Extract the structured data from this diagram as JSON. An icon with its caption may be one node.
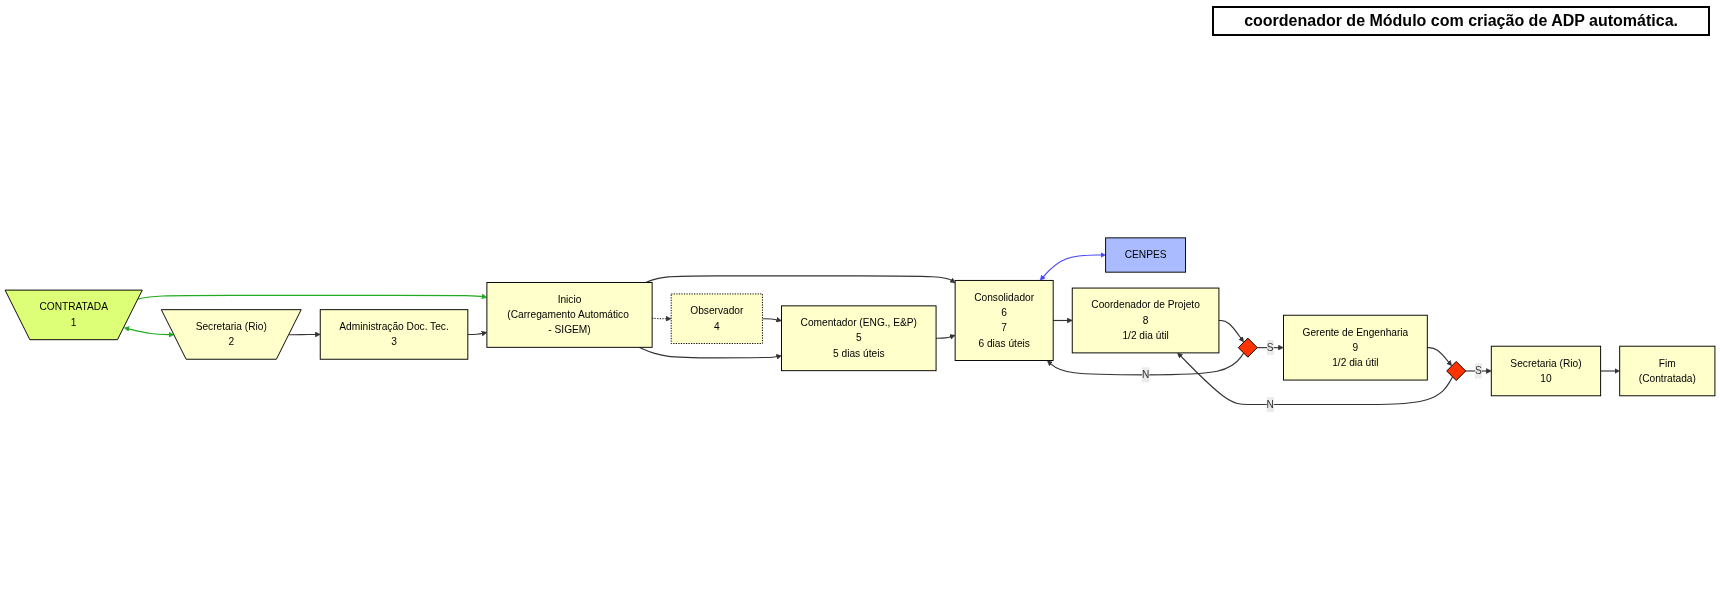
{
  "diagram": {
    "nodes": [
      {
        "text": [
          "CONTRATADA",
          "1"
        ]
      },
      {
        "text": [
          "Inicio",
          "(Carregamento Automático - SIGEM)"
        ]
      },
      {
        "text": [
          "Administração Doc. Tec.",
          "3"
        ]
      },
      {
        "text": [
          "Secretaria (Rio)",
          "2"
        ]
      },
      {
        "text": [
          "Observador",
          "4"
        ]
      },
      {
        "text": [
          "Comentador (ENG., E&P)",
          "5",
          "5 dias úteis"
        ]
      },
      {
        "text": [
          "Consolidador",
          "6",
          "7",
          "6 dias úteis"
        ]
      },
      {
        "text": [
          "CENPES"
        ]
      },
      {
        "text": [
          "Coordenador de Projeto",
          "8",
          "1/2 dia útil"
        ]
      },
      {
        "text": [],
        "shape": "diamond"
      },
      {
        "text": [
          "Gerente de Engenharia",
          "9",
          "1/2 dia útil"
        ]
      },
      {
        "text": [],
        "shape": "diamond"
      },
      {
        "text": [
          "Secretaria (Rio)",
          "10"
        ]
      },
      {
        "text": [
          "Fim",
          "(Contratada)"
        ]
      }
    ],
    "edges": [
      {
        "from": 0,
        "to": 1,
        "arrow": "to",
        "color": "#22aa22"
      },
      {
        "from": 0,
        "to": 3,
        "arrow": "both",
        "color": "#22aa22"
      },
      {
        "from": 3,
        "to": 2,
        "arrow": "to"
      },
      {
        "from": 2,
        "to": 1,
        "arrow": "to"
      },
      {
        "from": 1,
        "to": 4,
        "arrow": "to",
        "style": "dashed"
      },
      {
        "from": 4,
        "to": 5,
        "arrow": "to"
      },
      {
        "from": 1,
        "to": 5,
        "arrow": "to"
      },
      {
        "from": 1,
        "to": 6,
        "arrow": "to"
      },
      {
        "from": 5,
        "to": 6,
        "arrow": "to"
      },
      {
        "from": 6,
        "to": 7,
        "arrow": "both",
        "color": "#4444ff"
      },
      {
        "from": 6,
        "to": 8,
        "arrow": "to"
      },
      {
        "from": 8,
        "to": 9,
        "arrow": "to"
      },
      {
        "from": 9,
        "to": 10,
        "arrow": "to",
        "label": "S"
      },
      {
        "from": 9,
        "to": 6,
        "arrow": "to",
        "label": "N"
      },
      {
        "from": 10,
        "to": 11,
        "arrow": "to"
      },
      {
        "from": 11,
        "to": 12,
        "arrow": "to",
        "label": "S"
      },
      {
        "from": 11,
        "to": 8,
        "arrow": "to",
        "label": "N"
      },
      {
        "from": 12,
        "to": 13,
        "arrow": "to"
      }
    ],
    "labels": [
      "coordenador de Módulo com criação de ADP automática."
    ]
  }
}
